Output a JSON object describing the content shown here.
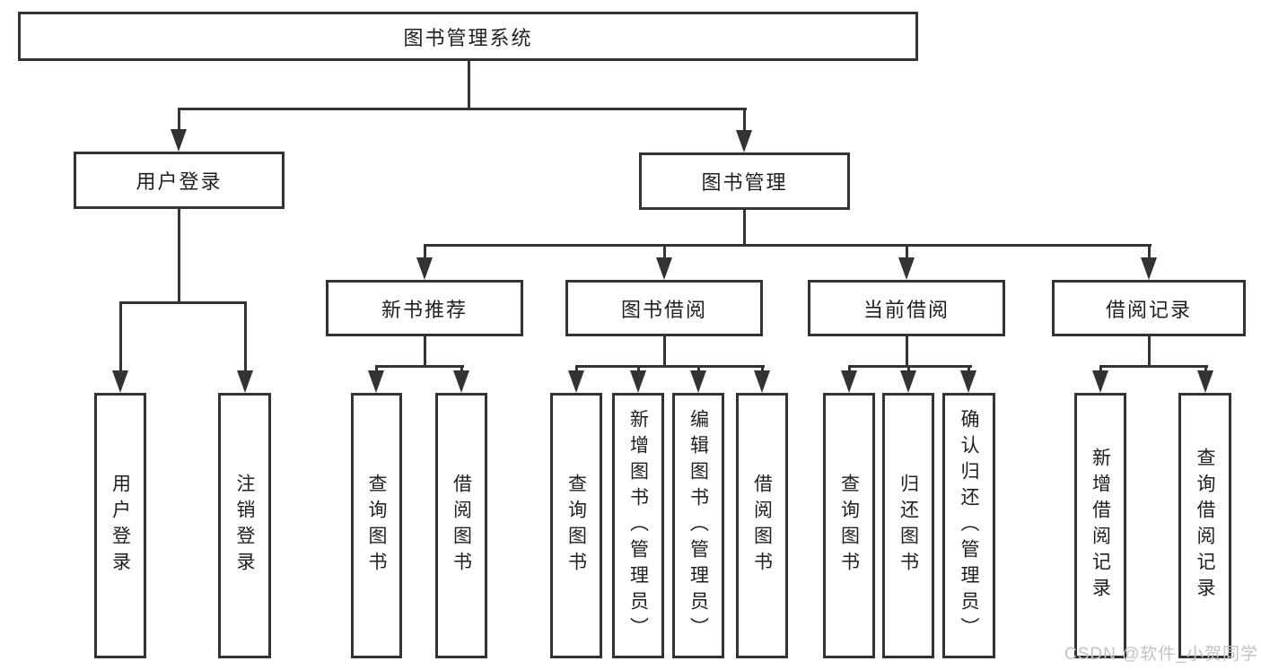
{
  "diagram_title": "图书管理系统",
  "watermark": "CSDN @软件_小贺同学",
  "colors": {
    "line": "#333333",
    "text": "#1f1f1f",
    "watermark": "#c3c3c3",
    "background": "#ffffff"
  },
  "tree": {
    "root": {
      "label": "图书管理系统"
    },
    "branches": [
      {
        "label": "用户登录",
        "children": [
          {
            "label": "用户登录"
          },
          {
            "label": "注销登录"
          }
        ]
      },
      {
        "label": "图书管理",
        "children": [
          {
            "label": "新书推荐",
            "children": [
              {
                "label": "查询图书"
              },
              {
                "label": "借阅图书"
              }
            ]
          },
          {
            "label": "图书借阅",
            "children": [
              {
                "label": "查询图书"
              },
              {
                "label": "新增图书（管理员）"
              },
              {
                "label": "编辑图书（管理员）"
              },
              {
                "label": "借阅图书"
              }
            ]
          },
          {
            "label": "当前借阅",
            "children": [
              {
                "label": "查询图书"
              },
              {
                "label": "归还图书"
              },
              {
                "label": "确认归还（管理员）"
              }
            ]
          },
          {
            "label": "借阅记录",
            "children": [
              {
                "label": "新增借阅记录"
              },
              {
                "label": "查询借阅记录"
              }
            ]
          }
        ]
      }
    ]
  }
}
